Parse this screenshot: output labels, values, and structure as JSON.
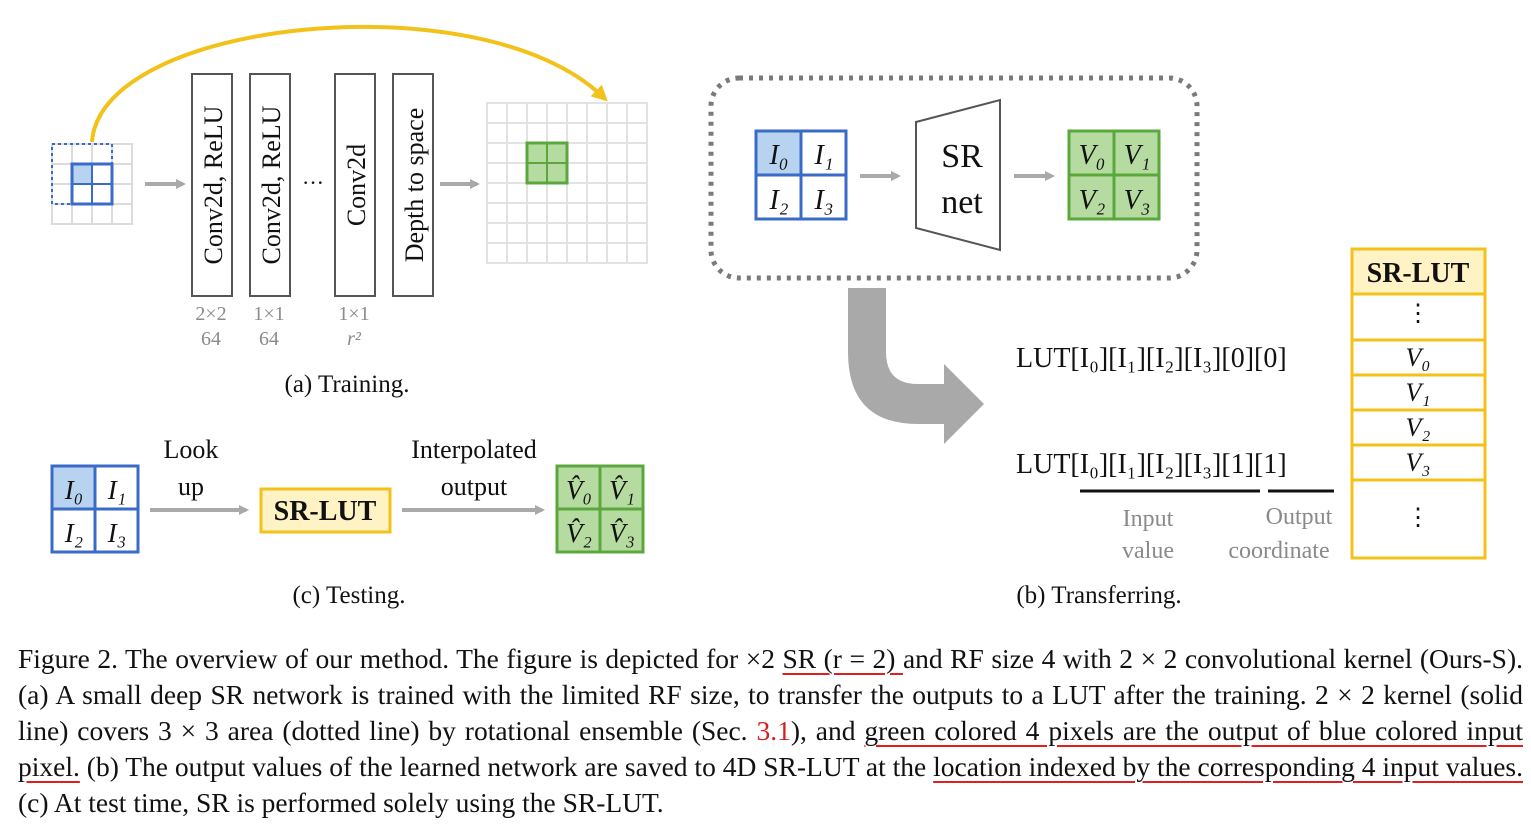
{
  "training": {
    "layers": [
      {
        "label": "Conv2d, ReLU",
        "kernel": "2×2",
        "channels": "64"
      },
      {
        "label": "Conv2d, ReLU",
        "kernel": "1×1",
        "channels": "64"
      },
      {
        "label": "Conv2d",
        "kernel": "1×1",
        "channels": "r²"
      },
      {
        "label": "Depth to space",
        "kernel": "",
        "channels": ""
      }
    ],
    "ellipsis": "···",
    "caption": "(a) Training."
  },
  "transferring": {
    "input_cells": [
      "I₀",
      "I₁",
      "I₂",
      "I₃"
    ],
    "net_label_1": "SR",
    "net_label_2": "net",
    "output_cells": [
      "V₀",
      "V₁",
      "V₂",
      "V₃"
    ],
    "lut_title": "SR-LUT",
    "lut_rows": [
      "⋮",
      "V₀",
      "V₁",
      "V₂",
      "V₃",
      "⋮"
    ],
    "index_first": "LUT[I₀][I₁][I₂][I₃][0][0]",
    "index_last": "LUT[I₀][I₁][I₂][I₃][1][1]",
    "input_value_label_1": "Input",
    "input_value_label_2": "value",
    "output_coord_label_1": "Output",
    "output_coord_label_2": "coordinate",
    "caption": "(b) Transferring."
  },
  "testing": {
    "input_cells": [
      "I₀",
      "I₁",
      "I₂",
      "I₃"
    ],
    "lookup_1": "Look",
    "lookup_2": "up",
    "lut_label": "SR-LUT",
    "interp_1": "Interpolated",
    "interp_2": "output",
    "output_cells": [
      "V̂₀",
      "V̂₁",
      "V̂₂",
      "V̂₃"
    ],
    "caption": "(c) Testing."
  },
  "colors": {
    "blue_border": "#3a6bc8",
    "blue_fill": "#b7d3ef",
    "green_border": "#5aa83c",
    "green_fill": "#b6dba0",
    "yellow": "#f2c21b",
    "yellow_fill": "#fff2c4",
    "arrow_gray": "#a9a9a9",
    "red_underline": "#e02020"
  },
  "caption": {
    "p1": "Figure 2.  The overview of our method.  The figure is depicted for ×2 ",
    "u1": "SR (r = 2) ",
    "p2": "and RF size 4 with 2 × 2 convolutional kernel (Ours-S). (a) A small deep SR network is trained with the limited RF size, to transfer the outputs to a LUT after the training.  2 × 2 kernel (solid line) covers 3 × 3 area (dotted line) by rotational ensemble (Sec. ",
    "ref": "3.1",
    "p3": "), and ",
    "u2": "green colored 4 pixels are the output of blue colored input pixel.",
    "p4": " (b) The output values of the learned network are saved to 4D SR-LUT at the ",
    "u3": "location indexed by the corresponding 4 input values.",
    "p5": " (c) At test time, SR is performed solely using the SR-LUT."
  }
}
